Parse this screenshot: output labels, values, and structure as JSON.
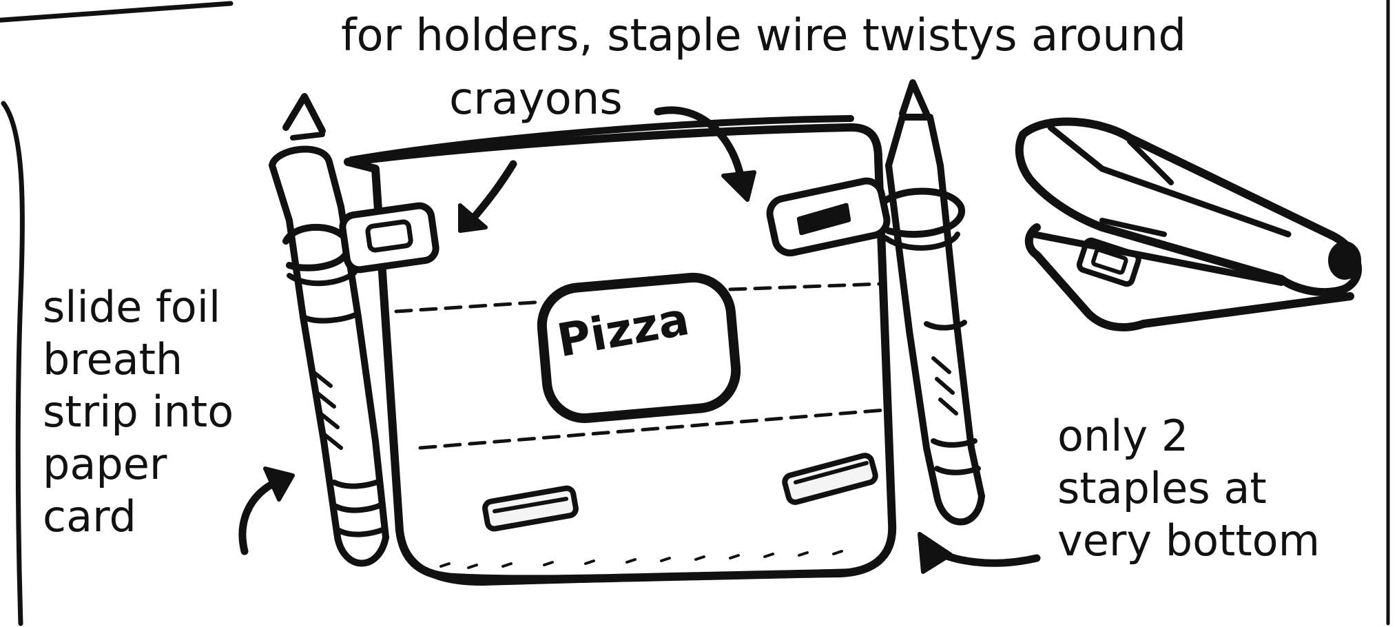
{
  "labels": {
    "holders": "for holders, staple wire twistys around",
    "crayons": "crayons",
    "slide_foil": [
      "slide foil",
      "breath",
      "strip into",
      "paper",
      "card"
    ],
    "staples": [
      "only 2",
      "staples at",
      "very bottom"
    ],
    "pizza": "Pizza"
  },
  "colors": {
    "ink": "#111111",
    "paper": "#ffffff",
    "staple_fill": "#f4f4f4"
  }
}
